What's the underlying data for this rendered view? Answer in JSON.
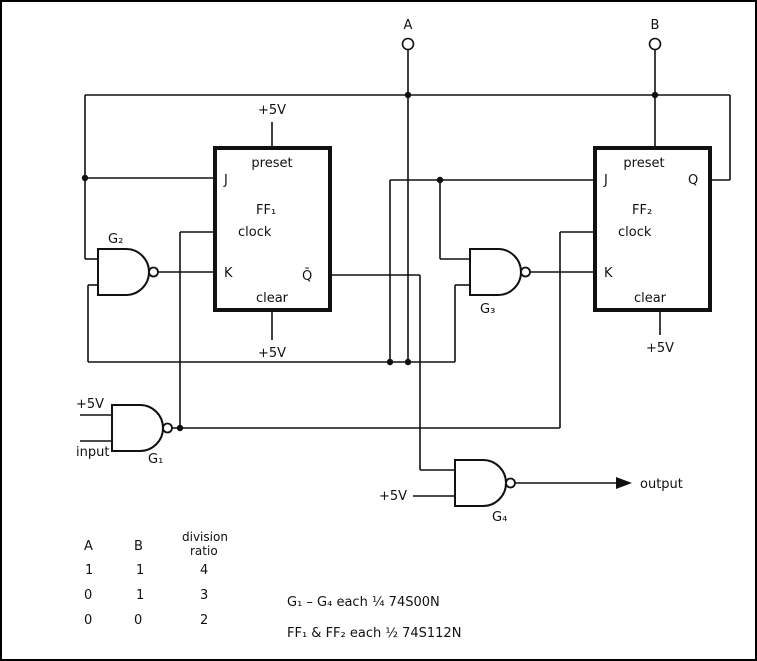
{
  "circuit": {
    "terminal_a": "A",
    "terminal_b": "B",
    "supply_label": "+5V",
    "ff1": {
      "name": "FF₁",
      "preset": "preset",
      "j": "J",
      "clock": "clock",
      "k": "K",
      "q_bar": "Q̄",
      "clear": "clear"
    },
    "ff2": {
      "name": "FF₂",
      "preset": "preset",
      "j": "J",
      "q": "Q",
      "clock": "clock",
      "k": "K",
      "clear": "clear"
    },
    "gates": {
      "g1": "G₁",
      "g2": "G₂",
      "g3": "G₃",
      "g4": "G₄"
    },
    "input_label": "input",
    "output_label": "output",
    "table": {
      "col_a": "A",
      "col_b": "B",
      "ratio_line1": "division",
      "ratio_line2": "ratio",
      "rows": [
        {
          "a": "1",
          "b": "1",
          "ratio": "4"
        },
        {
          "a": "0",
          "b": "1",
          "ratio": "3"
        },
        {
          "a": "0",
          "b": "0",
          "ratio": "2"
        }
      ]
    },
    "notes": {
      "gates_note": "G₁ – G₄  each  ¼ 74S00N",
      "ff_note": "FF₁ & FF₂ each ½ 74S112N"
    }
  }
}
